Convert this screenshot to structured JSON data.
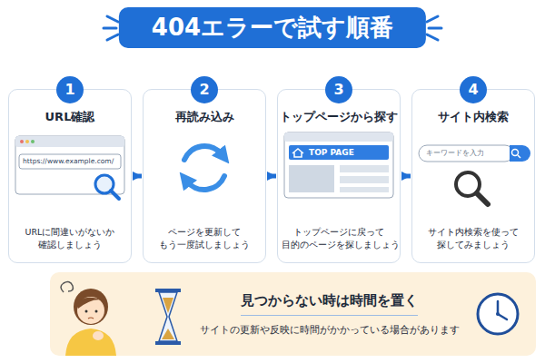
{
  "diagram": {
    "title": "404エラーで試す順番",
    "nodes": [
      {
        "text": [
          "1",
          "URL確認",
          "URLに間違いがないか 確認しましょう"
        ]
      },
      {
        "text": [
          "2",
          "再読み込み",
          "ページを更新して もう一度試しましょう"
        ]
      },
      {
        "text": [
          "3",
          "トップページから探す",
          "トップページに戻って 目的のページを探しましょう"
        ]
      },
      {
        "text": [
          "4",
          "サイト内検索",
          "サイト内検索を使って 探してみましょう"
        ]
      },
      {
        "text": [
          "見つからない時は時間を置く",
          "サイトの更新や反映に時間がかかっている場合があります"
        ]
      }
    ],
    "edges": [
      {
        "from": 0,
        "to": 1,
        "arrow": "to"
      },
      {
        "from": 1,
        "to": 2,
        "arrow": "to"
      },
      {
        "from": 2,
        "to": 3,
        "arrow": "to"
      }
    ],
    "labels": [
      "https://www.example.com/",
      "TOP PAGE",
      "キーワードを入力"
    ]
  }
}
